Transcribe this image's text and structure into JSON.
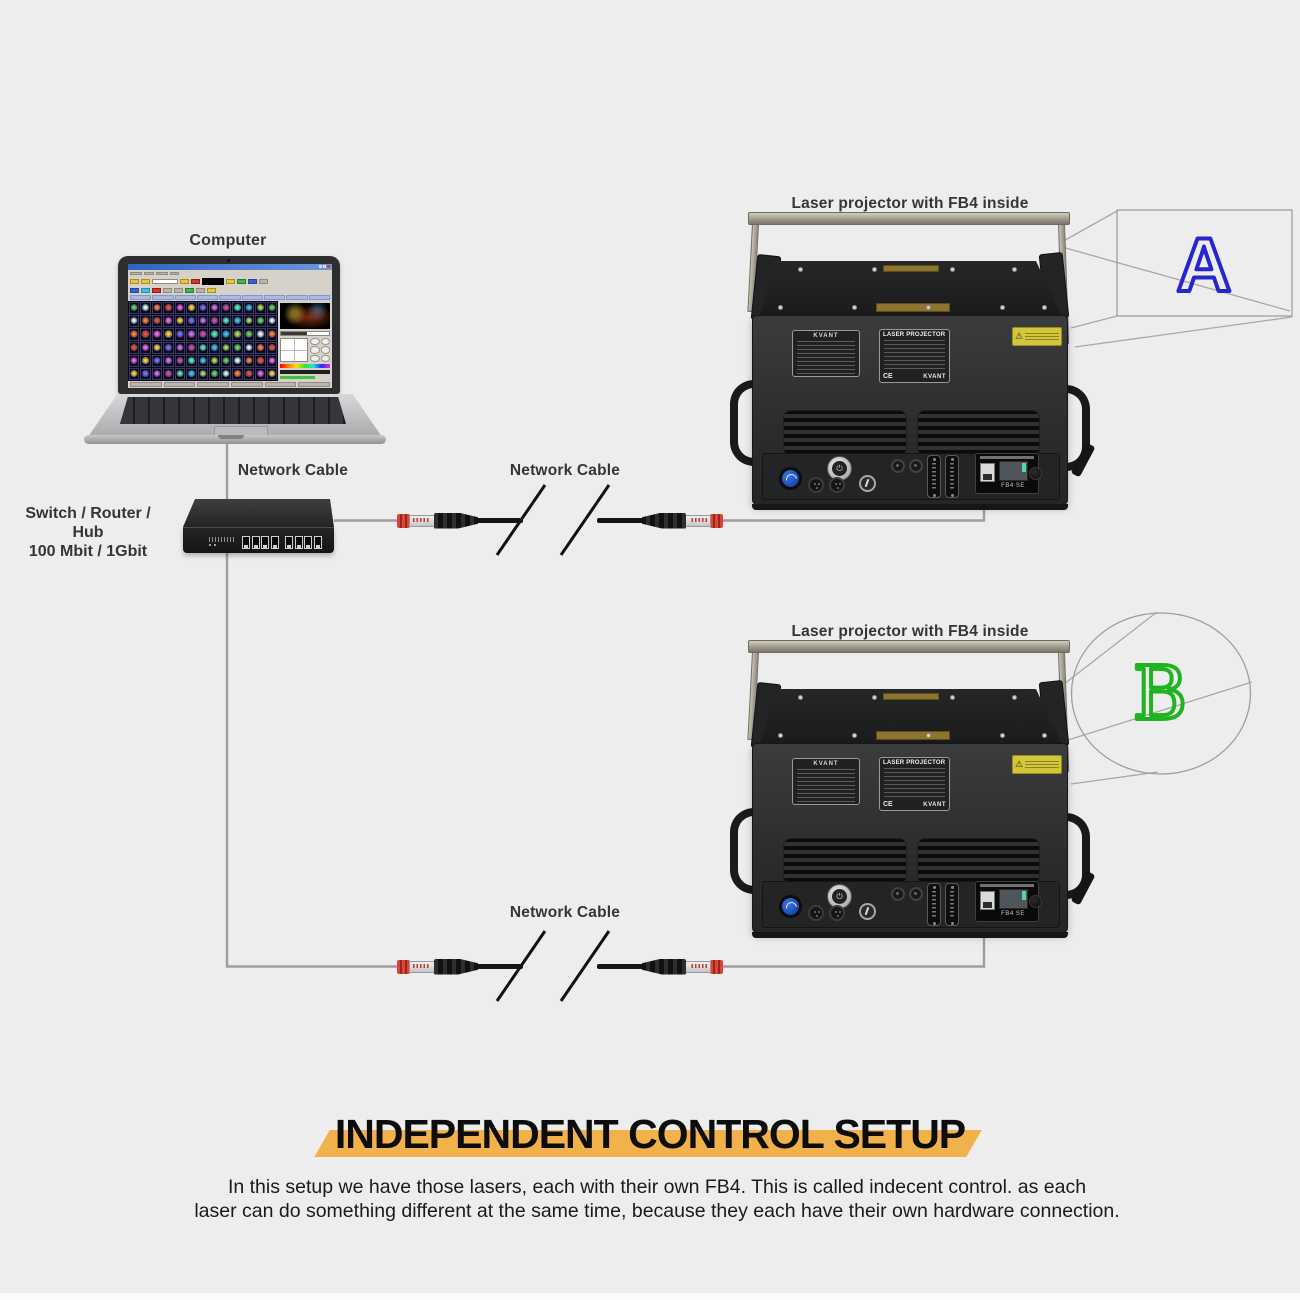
{
  "scene": {
    "background": "#ededed"
  },
  "computer": {
    "label": "Computer"
  },
  "network_switch": {
    "label_line1": "Switch / Router / Hub",
    "label_line2": "100 Mbit / 1Gbit"
  },
  "cables": {
    "label": "Network Cable"
  },
  "projectors": {
    "top": {
      "label": "Laser projector with FB4 inside"
    },
    "bottom": {
      "label": "Laser projector with FB4 inside"
    }
  },
  "plates": {
    "brand": "KVANT",
    "title": "LASER PROJECTOR",
    "ce": "CE",
    "fb4": "FB4 SE"
  },
  "projections": {
    "a": {
      "letter": "A",
      "color": "#2626cd"
    },
    "b": {
      "letter": "B",
      "color": "#1fb41f"
    }
  },
  "footer": {
    "title": "INDEPENDENT CONTROL SETUP",
    "highlight_color": "#f2b24b",
    "line1": "In this setup we have those lasers, each with their own FB4. This is called indecent control. as each",
    "line2": "laser can do something different at the same time, because they each have their own hardware connection."
  },
  "screen_palette": [
    "#ff4b4b",
    "#43c3ff",
    "#ffd43b",
    "#59e06b",
    "#c678ff",
    "#ff8c2e",
    "#49f0d8",
    "#ff6bd5",
    "#a6e84a",
    "#6b7bff",
    "#f2f2f2",
    "#e84a9b"
  ]
}
